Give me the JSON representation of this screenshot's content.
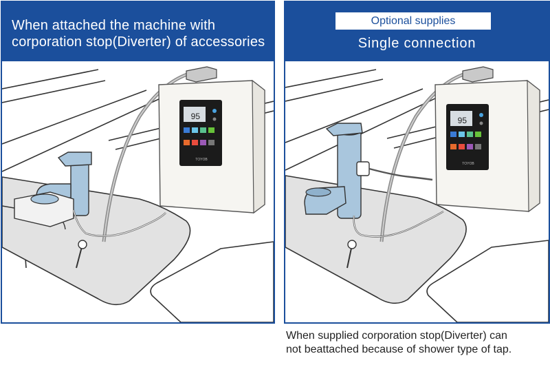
{
  "left_panel": {
    "title": "When attached the machine with\ncorporation stop(Diverter) of accessories"
  },
  "right_panel": {
    "badge": "Optional supplies",
    "title": "Single connection"
  },
  "display": {
    "value": "95",
    "brand": "TOYOB"
  },
  "caption": "When supplied corporation stop(Diverter) can\nnot beattached because of shower type of tap.",
  "colors": {
    "header": "#1b4f9c",
    "faucet": "#a9c6dd",
    "sink": "#e2e2e2"
  }
}
